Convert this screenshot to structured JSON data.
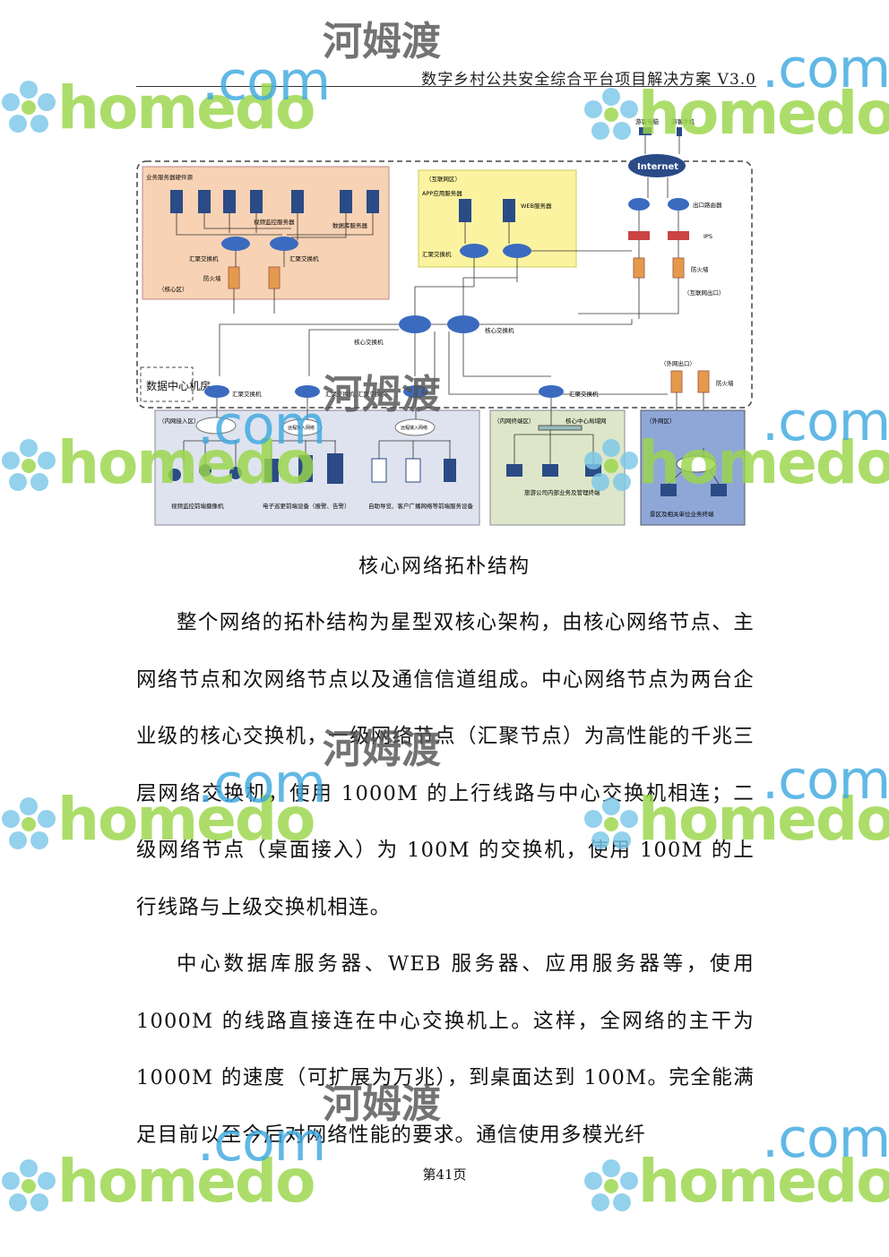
{
  "header": {
    "title": "数字乡村公共安全综合平台项目解决方案 V3.0"
  },
  "diagram": {
    "data_center_label": "数据中心机房",
    "internet": "Internet",
    "top_devices": [
      "游客电脑",
      "游客手机"
    ],
    "core_zone": {
      "label": "（核心区）",
      "servers_label": "业务服务器硬件源",
      "video_server": "视频监控服务器",
      "db_server": "数据库服务器",
      "agg_switch_1": "汇聚交换机",
      "agg_switch_2": "汇聚交换机",
      "firewall": "防火墙"
    },
    "internet_zone": {
      "label": "（互联网区）",
      "app_server": "APP应用服务器",
      "web_server": "WEB服务器",
      "agg_switch": "汇聚交换机"
    },
    "egress": {
      "router": "出口路由器",
      "ips": "IPS",
      "firewall": "防火墙",
      "exit_label": "（互联网出口）"
    },
    "core_switch_1": "核心交换机",
    "core_switch_2": "核心交换机",
    "lower_switches": [
      "汇聚交换机",
      "汇聚交换机",
      "汇聚交换机",
      "汇聚交换机"
    ],
    "extranet_exit": {
      "label": "（外网出口）",
      "firewall": "防火墙"
    },
    "intranet_zone": {
      "label": "（内网接入区）",
      "items": [
        "视频监控前端摄像机",
        "电子巡更前端设备（报警、告警）",
        "自助导览、客户广播网络等前端服务设备"
      ],
      "clouds": [
        "",
        "远程接入网络",
        "远程接入网络"
      ]
    },
    "terminal_zone": {
      "label": "（内网终端区）",
      "bus": "核心中心局域网",
      "item": "旅游公司内部业务及管理终端"
    },
    "extranet_zone": {
      "label": "（外网区）",
      "item": "景区及相关单位业务终端"
    }
  },
  "caption": "核心网络拓朴结构",
  "paragraphs": [
    "整个网络的拓朴结构为星型双核心架构，由核心网络节点、主网络节点和次网络节点以及通信信道组成。中心网络节点为两台企业级的核心交换机，一级网络节点（汇聚节点）为高性能的千兆三层网络交换机，使用 1000M 的上行线路与中心交换机相连；二级网络节点（桌面接入）为 100M 的交换机，使用 100M 的上行线路与上级交换机相连。",
    "中心数据库服务器、WEB 服务器、应用服务器等，使用 1000M 的线路直接连在中心交换机上。这样，全网络的主干为 1000M 的速度（可扩展为万兆），到桌面达到 100M。完全能满足目前以至今后对网络性能的要求。通信使用多模光纤"
  ],
  "page_number": "第41页",
  "watermark": {
    "brand": "homedo",
    "tld": ".com",
    "cn": "河姆渡"
  },
  "colors": {
    "core_zone_bg": "#f8d2b4",
    "internet_zone_bg": "#fbf3a0",
    "intranet_zone_bg": "#dfe3ef",
    "terminal_zone_bg": "#dde6c8",
    "extranet_zone_bg": "#8fa7d6",
    "watermark_green": "#9ad64a",
    "watermark_blue": "#3fa9e0"
  }
}
